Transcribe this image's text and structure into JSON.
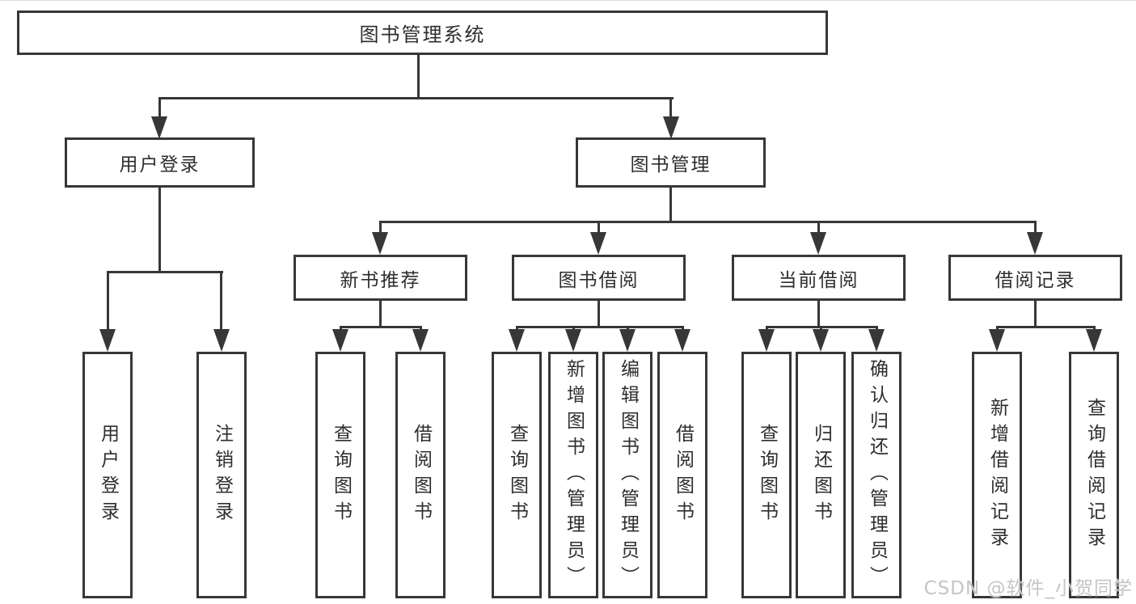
{
  "colors": {
    "line": "#373737",
    "text": "#2e2e2e",
    "watermark": "#c5c5c5"
  },
  "watermark": {
    "text": "CSDN @软件_小贺同学"
  },
  "diagram": {
    "root": {
      "label": "图书管理系统"
    },
    "level2": [
      {
        "label": "用户登录",
        "children": [
          {
            "label": "用户登录"
          },
          {
            "label": "注销登录"
          }
        ]
      },
      {
        "label": "图书管理",
        "children": [
          {
            "label": "新书推荐",
            "children": [
              {
                "label": "查询图书"
              },
              {
                "label": "借阅图书"
              }
            ]
          },
          {
            "label": "图书借阅",
            "children": [
              {
                "label": "查询图书"
              },
              {
                "label": "新增图书（管理员）"
              },
              {
                "label": "编辑图书（管理员）"
              },
              {
                "label": "借阅图书"
              }
            ]
          },
          {
            "label": "当前借阅",
            "children": [
              {
                "label": "查询图书"
              },
              {
                "label": "归还图书"
              },
              {
                "label": "确认归还（管理员）"
              }
            ]
          },
          {
            "label": "借阅记录",
            "children": [
              {
                "label": "新增借阅记录"
              },
              {
                "label": "查询借阅记录"
              }
            ]
          }
        ]
      }
    ]
  }
}
